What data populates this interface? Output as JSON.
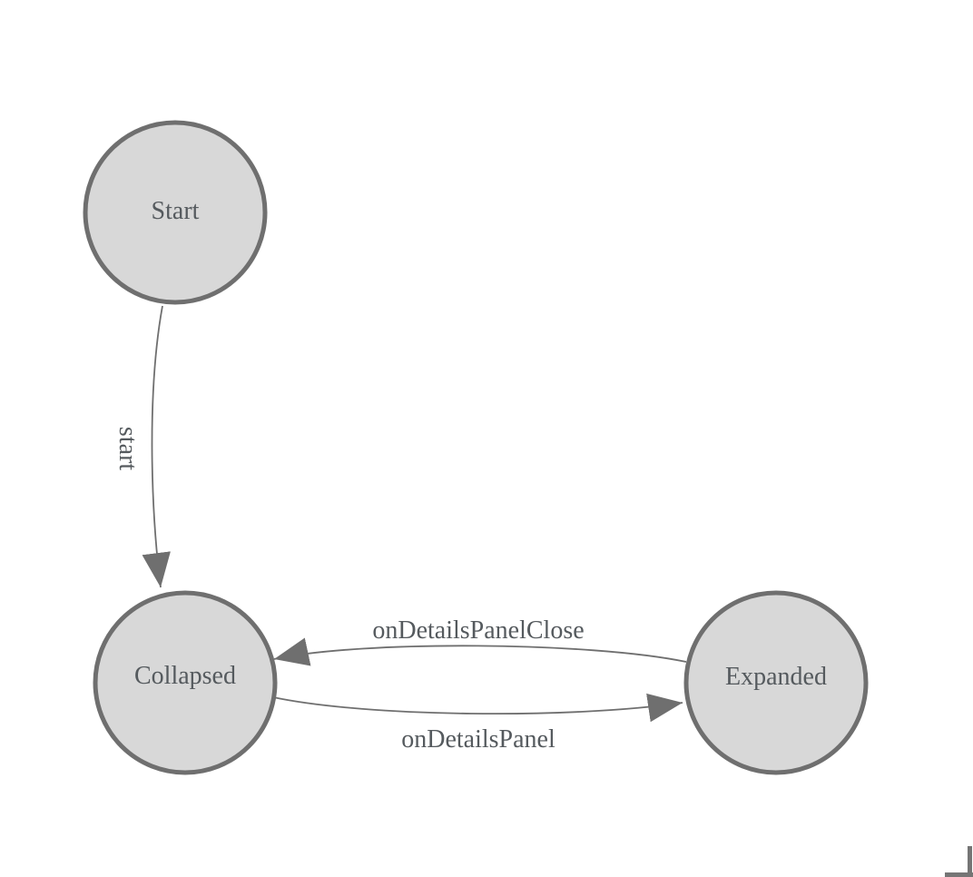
{
  "diagram": {
    "type": "state-machine",
    "nodes": [
      {
        "id": "start",
        "label": "Start"
      },
      {
        "id": "collapsed",
        "label": "Collapsed"
      },
      {
        "id": "expanded",
        "label": "Expanded"
      }
    ],
    "edges": [
      {
        "from": "Start",
        "to": "Collapsed",
        "label": "start"
      },
      {
        "from": "Expanded",
        "to": "Collapsed",
        "label": "onDetailsPanelClose"
      },
      {
        "from": "Collapsed",
        "to": "Expanded",
        "label": "onDetailsPanel"
      }
    ],
    "colors": {
      "background": "#ffffff",
      "node_fill": "#d8d8d8",
      "node_stroke": "#6f6f6f",
      "edge_line": "#6f6f6f",
      "arrowhead": "#6f6f6f",
      "label_text": "#555a5e",
      "scrollbar": "#757575"
    },
    "icons": {
      "arrowhead": "filled-triangle-arrowhead",
      "corner": "scrollbar-corner"
    }
  }
}
